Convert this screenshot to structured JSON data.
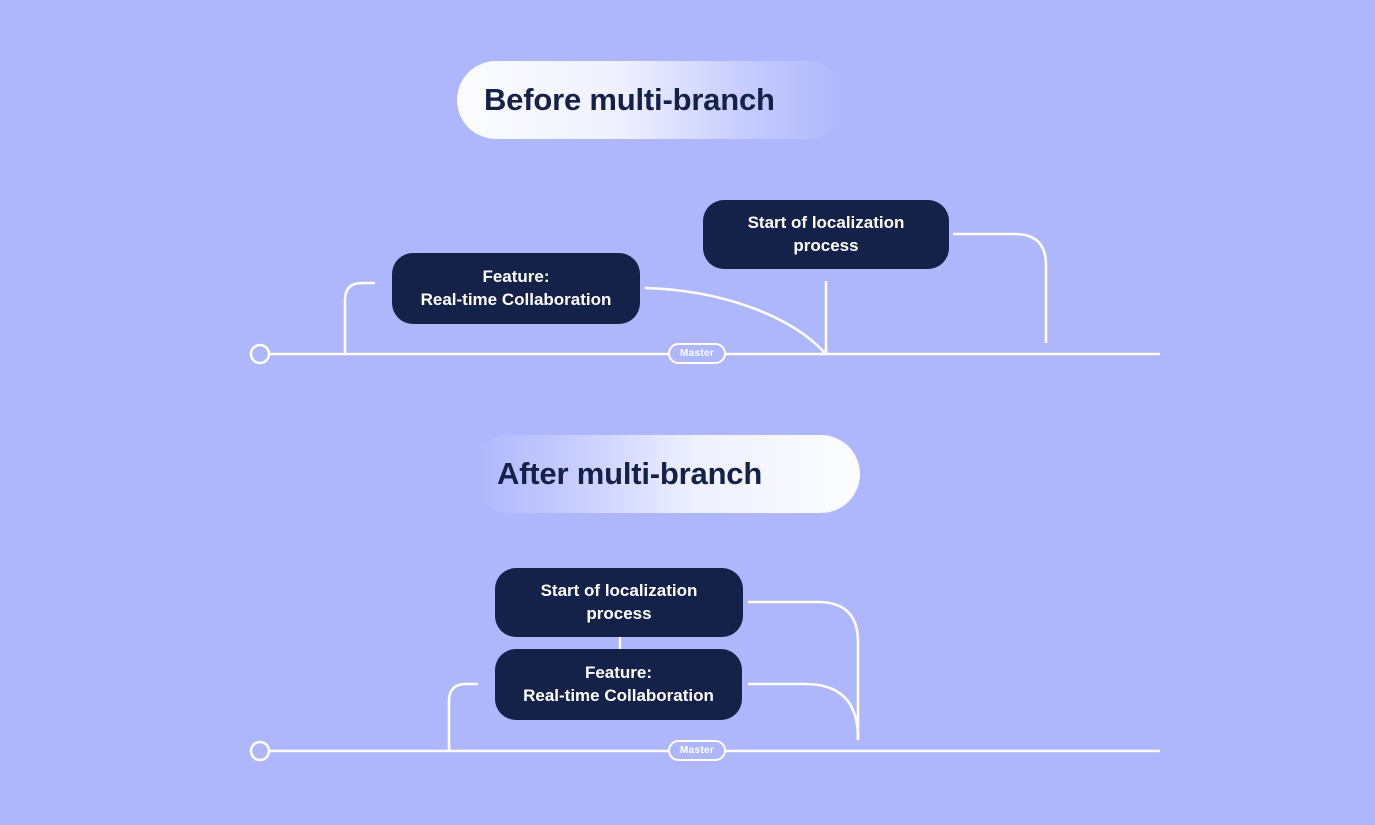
{
  "canvas": {
    "background_color": "#aeb6fc",
    "line_color": "#ffffff",
    "node_color": "#142148",
    "node_text_color": "#ffffff",
    "title_text_color": "#142148"
  },
  "sections": [
    {
      "id": "before",
      "title": "Before multi-branch",
      "branch_label": "Master",
      "nodes": [
        {
          "id": "before-feature",
          "line1": "Feature:",
          "line2": "Real-time Collaboration"
        },
        {
          "id": "before-start",
          "line1": "Start of localization",
          "line2": "process"
        }
      ]
    },
    {
      "id": "after",
      "title": "After multi-branch",
      "branch_label": "Master",
      "nodes": [
        {
          "id": "after-start",
          "line1": "Start of localization",
          "line2": "process"
        },
        {
          "id": "after-feature",
          "line1": "Feature:",
          "line2": "Real-time Collaboration"
        }
      ]
    }
  ]
}
